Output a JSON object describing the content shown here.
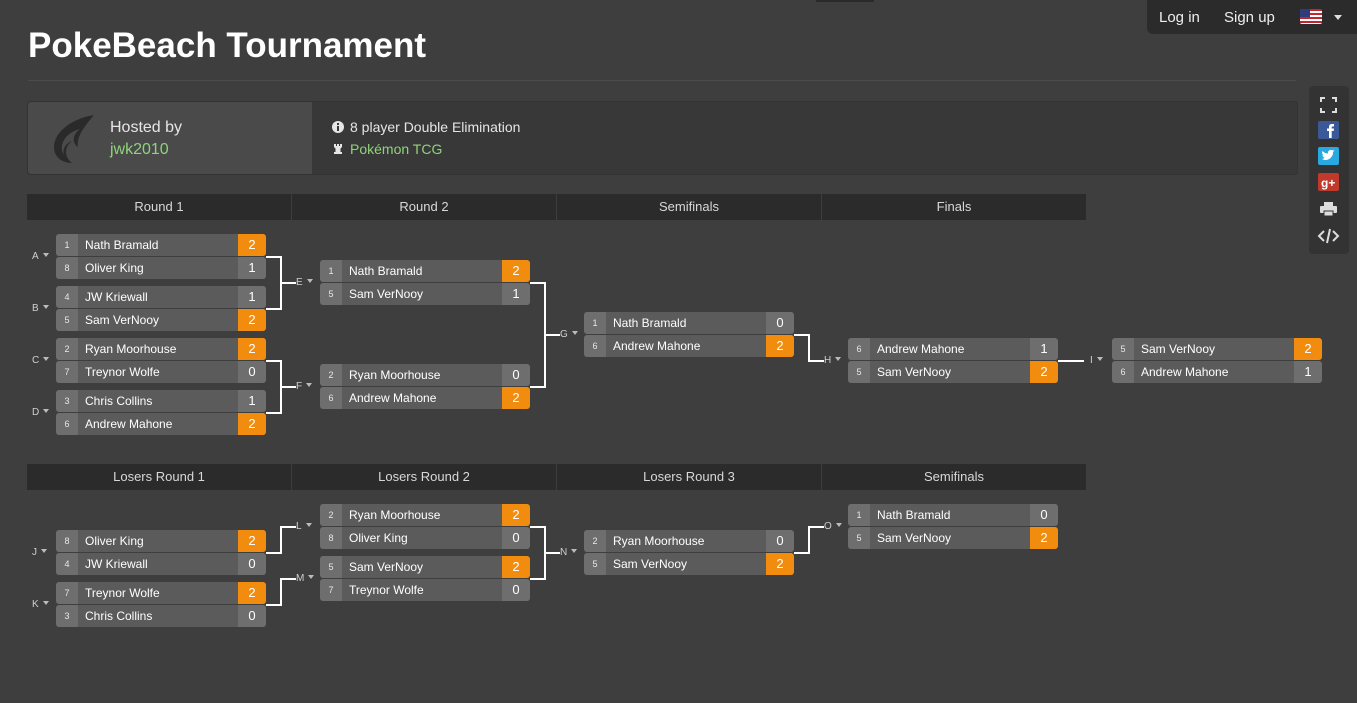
{
  "nav": {
    "login": "Log in",
    "signup": "Sign up"
  },
  "page_title": "PokeBeach Tournament",
  "host": {
    "label": "Hosted by",
    "name": "jwk2010"
  },
  "tournament": {
    "format": "8 player Double Elimination",
    "game": "Pokémon TCG"
  },
  "winners_headers": [
    "Round 1",
    "Round 2",
    "Semifinals",
    "Finals"
  ],
  "losers_headers": [
    "Losers Round 1",
    "Losers Round 2",
    "Losers Round 3",
    "Semifinals"
  ],
  "matches": [
    {
      "id": "A",
      "p1": {
        "seed": "1",
        "name": "Nath Bramald",
        "score": "2",
        "win": true
      },
      "p2": {
        "seed": "8",
        "name": "Oliver King",
        "score": "1",
        "win": false
      }
    },
    {
      "id": "B",
      "p1": {
        "seed": "4",
        "name": "JW Kriewall",
        "score": "1",
        "win": false
      },
      "p2": {
        "seed": "5",
        "name": "Sam VerNooy",
        "score": "2",
        "win": true
      }
    },
    {
      "id": "C",
      "p1": {
        "seed": "2",
        "name": "Ryan Moorhouse",
        "score": "2",
        "win": true
      },
      "p2": {
        "seed": "7",
        "name": "Treynor Wolfe",
        "score": "0",
        "win": false
      }
    },
    {
      "id": "D",
      "p1": {
        "seed": "3",
        "name": "Chris Collins",
        "score": "1",
        "win": false
      },
      "p2": {
        "seed": "6",
        "name": "Andrew Mahone",
        "score": "2",
        "win": true
      }
    },
    {
      "id": "E",
      "p1": {
        "seed": "1",
        "name": "Nath Bramald",
        "score": "2",
        "win": true
      },
      "p2": {
        "seed": "5",
        "name": "Sam VerNooy",
        "score": "1",
        "win": false
      }
    },
    {
      "id": "F",
      "p1": {
        "seed": "2",
        "name": "Ryan Moorhouse",
        "score": "0",
        "win": false
      },
      "p2": {
        "seed": "6",
        "name": "Andrew Mahone",
        "score": "2",
        "win": true
      }
    },
    {
      "id": "G",
      "p1": {
        "seed": "1",
        "name": "Nath Bramald",
        "score": "0",
        "win": false
      },
      "p2": {
        "seed": "6",
        "name": "Andrew Mahone",
        "score": "2",
        "win": true
      }
    },
    {
      "id": "H",
      "p1": {
        "seed": "6",
        "name": "Andrew Mahone",
        "score": "1",
        "win": false
      },
      "p2": {
        "seed": "5",
        "name": "Sam VerNooy",
        "score": "2",
        "win": true
      }
    },
    {
      "id": "I",
      "p1": {
        "seed": "5",
        "name": "Sam VerNooy",
        "score": "2",
        "win": true
      },
      "p2": {
        "seed": "6",
        "name": "Andrew Mahone",
        "score": "1",
        "win": false
      }
    },
    {
      "id": "J",
      "p1": {
        "seed": "8",
        "name": "Oliver King",
        "score": "2",
        "win": true
      },
      "p2": {
        "seed": "4",
        "name": "JW Kriewall",
        "score": "0",
        "win": false
      }
    },
    {
      "id": "K",
      "p1": {
        "seed": "7",
        "name": "Treynor Wolfe",
        "score": "2",
        "win": true
      },
      "p2": {
        "seed": "3",
        "name": "Chris Collins",
        "score": "0",
        "win": false
      }
    },
    {
      "id": "L",
      "p1": {
        "seed": "2",
        "name": "Ryan Moorhouse",
        "score": "2",
        "win": true
      },
      "p2": {
        "seed": "8",
        "name": "Oliver King",
        "score": "0",
        "win": false
      }
    },
    {
      "id": "M",
      "p1": {
        "seed": "5",
        "name": "Sam VerNooy",
        "score": "2",
        "win": true
      },
      "p2": {
        "seed": "7",
        "name": "Treynor Wolfe",
        "score": "0",
        "win": false
      }
    },
    {
      "id": "N",
      "p1": {
        "seed": "2",
        "name": "Ryan Moorhouse",
        "score": "0",
        "win": false
      },
      "p2": {
        "seed": "5",
        "name": "Sam VerNooy",
        "score": "2",
        "win": true
      }
    },
    {
      "id": "O",
      "p1": {
        "seed": "1",
        "name": "Nath Bramald",
        "score": "0",
        "win": false
      },
      "p2": {
        "seed": "5",
        "name": "Sam VerNooy",
        "score": "2",
        "win": true
      }
    }
  ],
  "colors": {
    "win_score": "#f28c0f",
    "link": "#8fd47a",
    "background": "#3e3e3e"
  },
  "sidebar_icons": [
    "fullscreen-icon",
    "facebook-icon",
    "twitter-icon",
    "google-plus-icon",
    "print-icon",
    "embed-icon"
  ]
}
